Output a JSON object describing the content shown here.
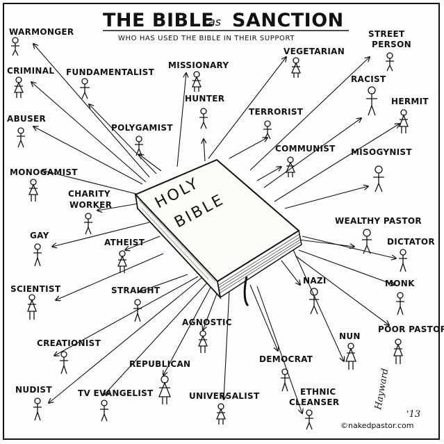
{
  "title": {
    "main_left": "THE BIBLE",
    "main_as": "as",
    "main_right": "SANCTION",
    "subtitle": "WHO HAS USED THE BIBLE IN THEIR SUPPORT"
  },
  "book": {
    "line1": "HOLY",
    "line2": "BIBLE"
  },
  "signature": {
    "name": "Hayward",
    "year": "'13"
  },
  "credit": "©nakedpastor.com",
  "labels": {
    "warmonger": "WARMONGER",
    "criminal": "CRIMINAL",
    "fundamentalist": "FUNDAMENTALIST",
    "missionary": "MISSIONARY",
    "vegetarian": "VEGETARIAN",
    "street_person_1": "STREET",
    "street_person_2": "PERSON",
    "racist": "RACIST",
    "hunter": "HUNTER",
    "hermit": "HERMIT",
    "abuser": "ABUSER",
    "terrorist": "TERRORIST",
    "polygamist": "POLYGAMIST",
    "communist": "COMMUNIST",
    "misogynist": "MISOGYNIST",
    "monogamist": "MONOGAMIST",
    "charity_worker_1": "CHARITY",
    "charity_worker_2": "WORKER",
    "wealthy_pastor": "WEALTHY PASTOR",
    "gay": "GAY",
    "atheist": "ATHEIST",
    "dictator": "DICTATOR",
    "scientist": "SCIENTIST",
    "straight": "STRAIGHT",
    "nazi": "NAZI",
    "monk": "MONK",
    "agnostic": "AGNOSTIC",
    "poor_pastor": "POOR PASTOR",
    "creationist": "CREATIONIST",
    "nun": "NUN",
    "republican": "REPUBLICAN",
    "democrat": "DEMOCRAT",
    "nudist": "NUDIST",
    "tv_evangelist": "TV EVANGELIST",
    "universalist": "UNIVERSALIST",
    "ethnic_cleanser_1": "ETHNIC",
    "ethnic_cleanser_2": "CLEANSER"
  }
}
